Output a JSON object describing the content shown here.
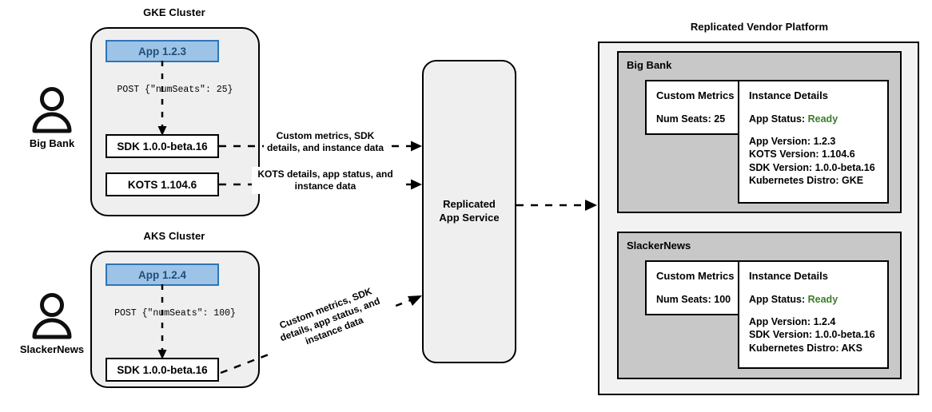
{
  "clusters": [
    {
      "title": "GKE Cluster",
      "customer": "Big Bank",
      "app_label": "App 1.2.3",
      "post_label": "POST {\"numSeats\": 25}",
      "boxes": [
        "SDK 1.0.0-beta.16",
        "KOTS 1.104.6"
      ]
    },
    {
      "title": "AKS Cluster",
      "customer": "SlackerNews",
      "app_label": "App 1.2.4",
      "post_label": "POST {\"numSeats\": 100}",
      "boxes": [
        "SDK 1.0.0-beta.16"
      ]
    }
  ],
  "edge_labels": {
    "sdk_line1": "Custom metrics, SDK",
    "sdk_line2": "details, and instance data",
    "kots_line1": "KOTS details, app status, and",
    "kots_line2": "instance data",
    "aks_line1": "Custom metrics, SDK",
    "aks_line2": "details, app status, and",
    "aks_line3": "instance data"
  },
  "service": {
    "line1": "Replicated",
    "line2": "App Service"
  },
  "platform": {
    "title": "Replicated Vendor Platform",
    "customers": [
      {
        "name": "Big Bank",
        "metrics_title": "Custom Metrics",
        "metrics_line": "Num Seats: 25",
        "details_title": "Instance Details",
        "status_label": "App Status:",
        "status_value": "Ready",
        "details": [
          "App Version: 1.2.3",
          "KOTS Version: 1.104.6",
          "SDK Version: 1.0.0-beta.16",
          "Kubernetes Distro: GKE"
        ]
      },
      {
        "name": "SlackerNews",
        "metrics_title": "Custom Metrics",
        "metrics_line": "Num Seats: 100",
        "details_title": "Instance Details",
        "status_label": "App Status:",
        "status_value": "Ready",
        "details": [
          "App Version: 1.2.4",
          "SDK Version: 1.0.0-beta.16",
          "Kubernetes Distro: AKS"
        ]
      }
    ]
  },
  "colors": {
    "app_fill": "#9DC3E6",
    "app_border": "#2E75B6",
    "cluster_fill": "#EFEFEF",
    "panel_fill": "#C8C8C8",
    "platform_fill": "#F2F2F2",
    "ready_green": "#3A7D2C"
  }
}
